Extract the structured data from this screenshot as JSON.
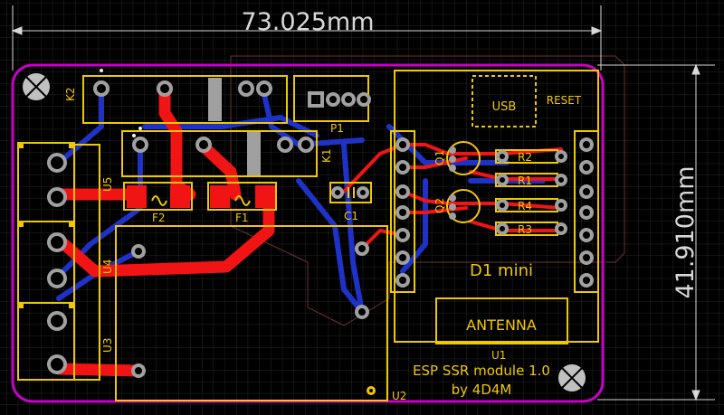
{
  "dimensions": {
    "width_label": "73.025mm",
    "height_label": "41.910mm"
  },
  "colors": {
    "background": "#000000",
    "grid": "#2a2a2a",
    "dimension": "#d8d8d8",
    "outline": "#c800c8",
    "silkscreen": "#f0c800",
    "top_copper": "#f01414",
    "bottom_copper": "#1e32c8",
    "pad": "#a8a8a8",
    "keepout": "#6e3232"
  },
  "components": {
    "k1": "K1",
    "k2": "K2",
    "u3": "U3",
    "u4": "U4",
    "u5": "U5",
    "f1": "F1",
    "f2": "F2",
    "c1": "C1",
    "p1": "P1",
    "q1": "Q1",
    "q2": "Q2",
    "r1": "R1",
    "r2": "R2",
    "r3": "R3",
    "r4": "R4",
    "u1": "U1",
    "u2": "U2"
  },
  "module_labels": {
    "usb": "USB",
    "reset": "RESET",
    "d1mini": "D1 mini",
    "antenna": "ANTENNA"
  },
  "board_text": {
    "title": "ESP SSR module 1.0",
    "author": "by 4D4M"
  }
}
